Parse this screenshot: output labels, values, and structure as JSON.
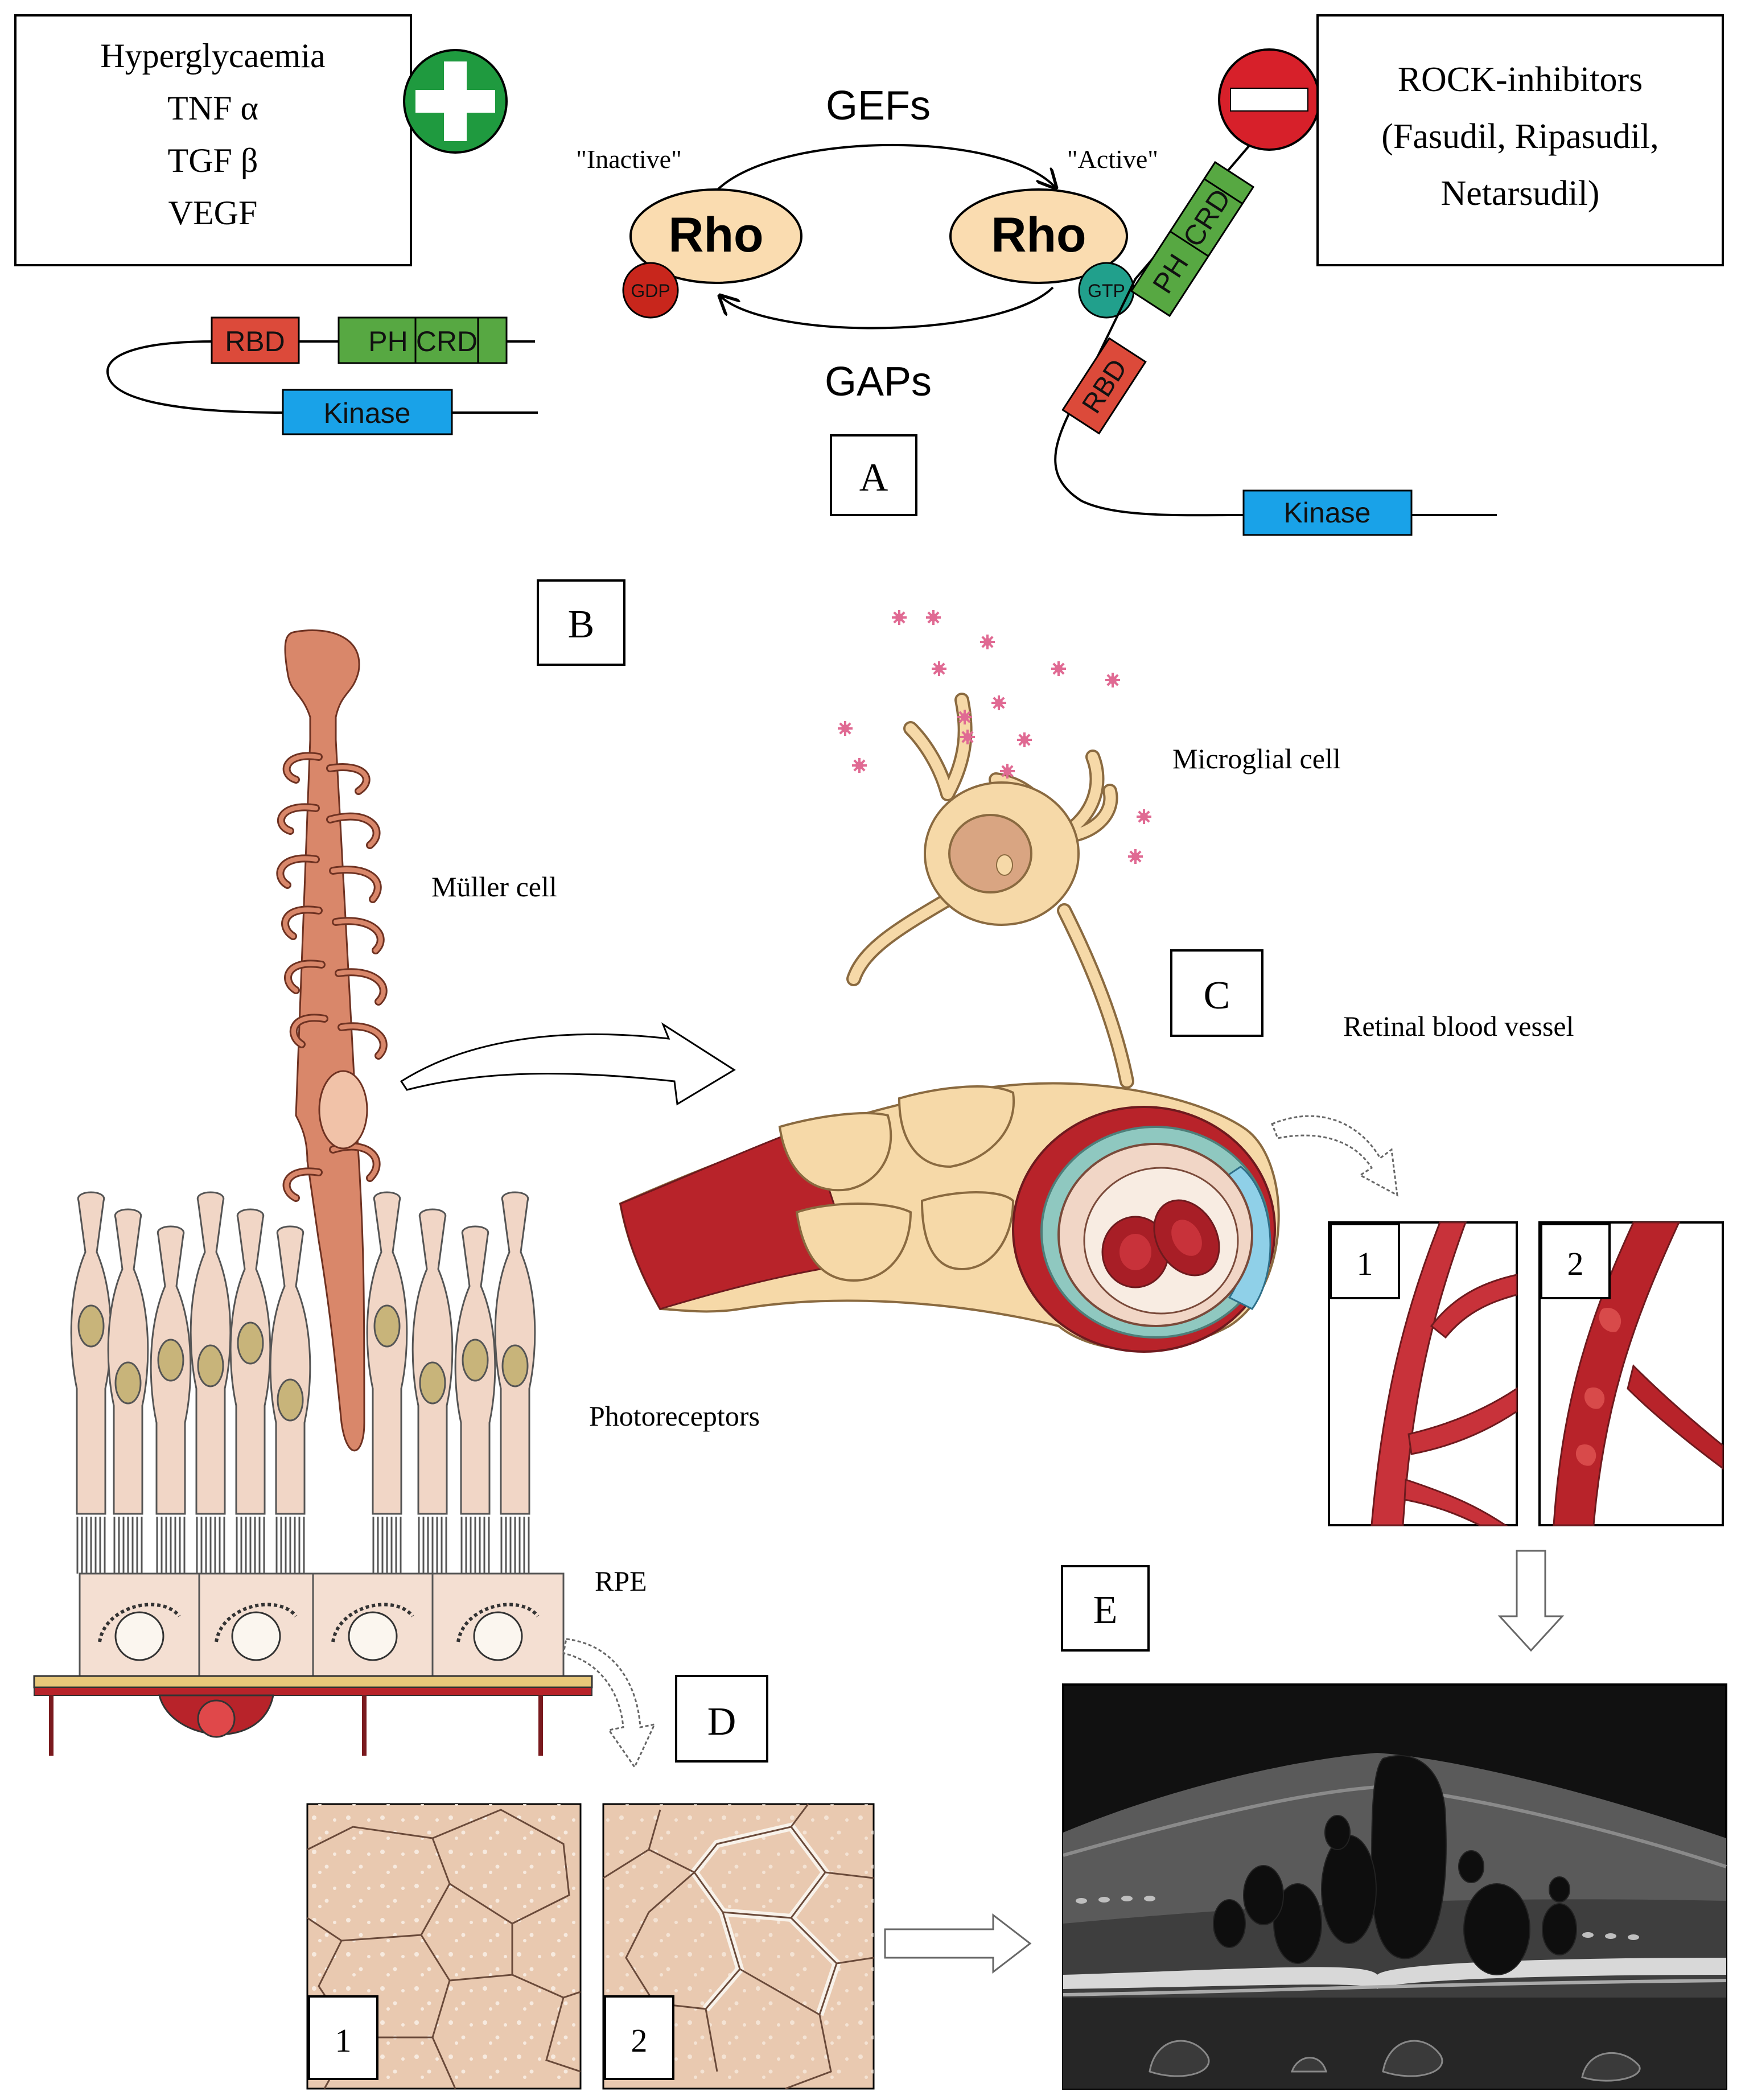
{
  "colors": {
    "plus_green": "#1f9a3f",
    "minus_red": "#d7202a",
    "rho_fill": "#fadcb0",
    "gdp_red": "#c8261c",
    "gtp_teal": "#21a08c",
    "rbd_red": "#dc4a3a",
    "ph_green": "#57a842",
    "kinase_blue": "#19a2e8",
    "muller": "#d9876a",
    "photoreceptor": "#f1d6c6",
    "vessel_red": "#b8232a",
    "sheath": "#f6d9a8",
    "rpe_tile": "#e9c9b0",
    "oct_bg": "#3a3a3a"
  },
  "stimuli": {
    "items": [
      "Hyperglycaemia",
      "TNF α",
      "TGF β",
      "VEGF"
    ],
    "sign": "plus-icon"
  },
  "inhibitors": {
    "lines": [
      "ROCK-inhibitors",
      "(Fasudil, Ripasudil,",
      "Netarsudil)"
    ],
    "sign": "minus-icon"
  },
  "cycle": {
    "gefs": "GEFs",
    "gaps": "GAPs",
    "inactive_label": "\"Inactive\"",
    "active_label": "\"Active\"",
    "rho": "Rho",
    "gdp": "GDP",
    "gtp": "GTP"
  },
  "rock_domains": {
    "rbd": "RBD",
    "ph": "PH",
    "crd": "CRD",
    "kinase": "Kinase"
  },
  "panels": {
    "a": "A",
    "b": "B",
    "c": "C",
    "d": "D",
    "e": "E",
    "sub1": "1",
    "sub2": "2"
  },
  "labels": {
    "muller": "Müller cell",
    "microglia": "Microglial cell",
    "vessel": "Retinal blood vessel",
    "photoreceptors": "Photoreceptors",
    "rpe": "RPE"
  }
}
